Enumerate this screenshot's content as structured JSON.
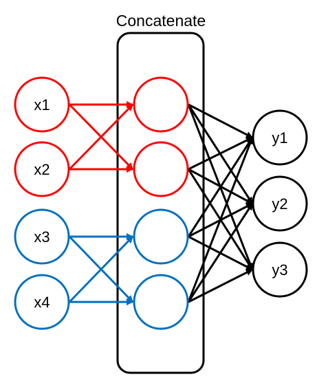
{
  "diagram": {
    "title": "Concatenate",
    "colors": {
      "red": "#ff0000",
      "blue": "#0070c0",
      "black": "#000000"
    },
    "inputs": [
      {
        "label": "x1",
        "group": "red"
      },
      {
        "label": "x2",
        "group": "red"
      },
      {
        "label": "x3",
        "group": "blue"
      },
      {
        "label": "x4",
        "group": "blue"
      }
    ],
    "hidden": [
      {
        "group": "red"
      },
      {
        "group": "red"
      },
      {
        "group": "blue"
      },
      {
        "group": "blue"
      }
    ],
    "outputs": [
      {
        "label": "y1"
      },
      {
        "label": "y2"
      },
      {
        "label": "y3"
      }
    ]
  }
}
